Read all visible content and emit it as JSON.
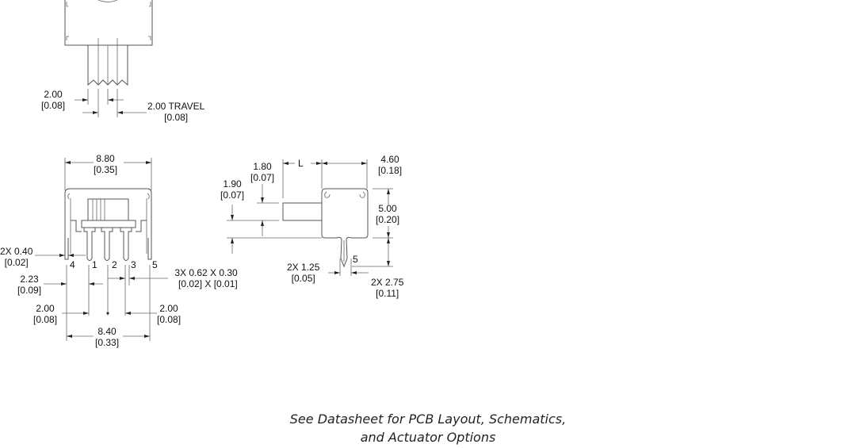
{
  "drawing": {
    "top_view": {
      "dims": {
        "pitch_left": {
          "mm": "2.00",
          "in": "[0.08]"
        },
        "travel": {
          "mm": "2.00 TRAVEL",
          "in": "[0.08]"
        }
      }
    },
    "front_view": {
      "dims": {
        "width": {
          "mm": "8.80",
          "in": "[0.35]"
        },
        "side_pin": {
          "mm": "2X 0.40",
          "in": "[0.02]"
        },
        "offset": {
          "mm": "2.23",
          "in": "[0.09]"
        },
        "pin_size": {
          "mm": "3X 0.62 X 0.30",
          "in": "[0.02] X [0.01]"
        },
        "pitch_left": {
          "mm": "2.00",
          "in": "[0.08]"
        },
        "pitch_right": {
          "mm": "2.00",
          "in": "[0.08]"
        },
        "span": {
          "mm": "8.40",
          "in": "[0.33]"
        }
      },
      "pins": [
        "4",
        "1",
        "2",
        "3",
        "5"
      ]
    },
    "side_view": {
      "dims": {
        "actuator_length": {
          "label": "L"
        },
        "actuator_height": {
          "mm": "1.80",
          "in": "[0.07]"
        },
        "actuator_offset": {
          "mm": "1.90",
          "in": "[0.07]"
        },
        "depth": {
          "mm": "4.60",
          "in": "[0.18]"
        },
        "body_height": {
          "mm": "5.00",
          "in": "[0.20]"
        },
        "pin_width": {
          "mm": "2X 1.25",
          "in": "[0.05]"
        },
        "pin_length": {
          "mm": "2X 2.75",
          "in": "[0.11]"
        }
      },
      "pin_label": "5"
    }
  },
  "footnote": {
    "line1": "See Datasheet for PCB Layout, Schematics,",
    "line2": "and Actuator Options"
  }
}
